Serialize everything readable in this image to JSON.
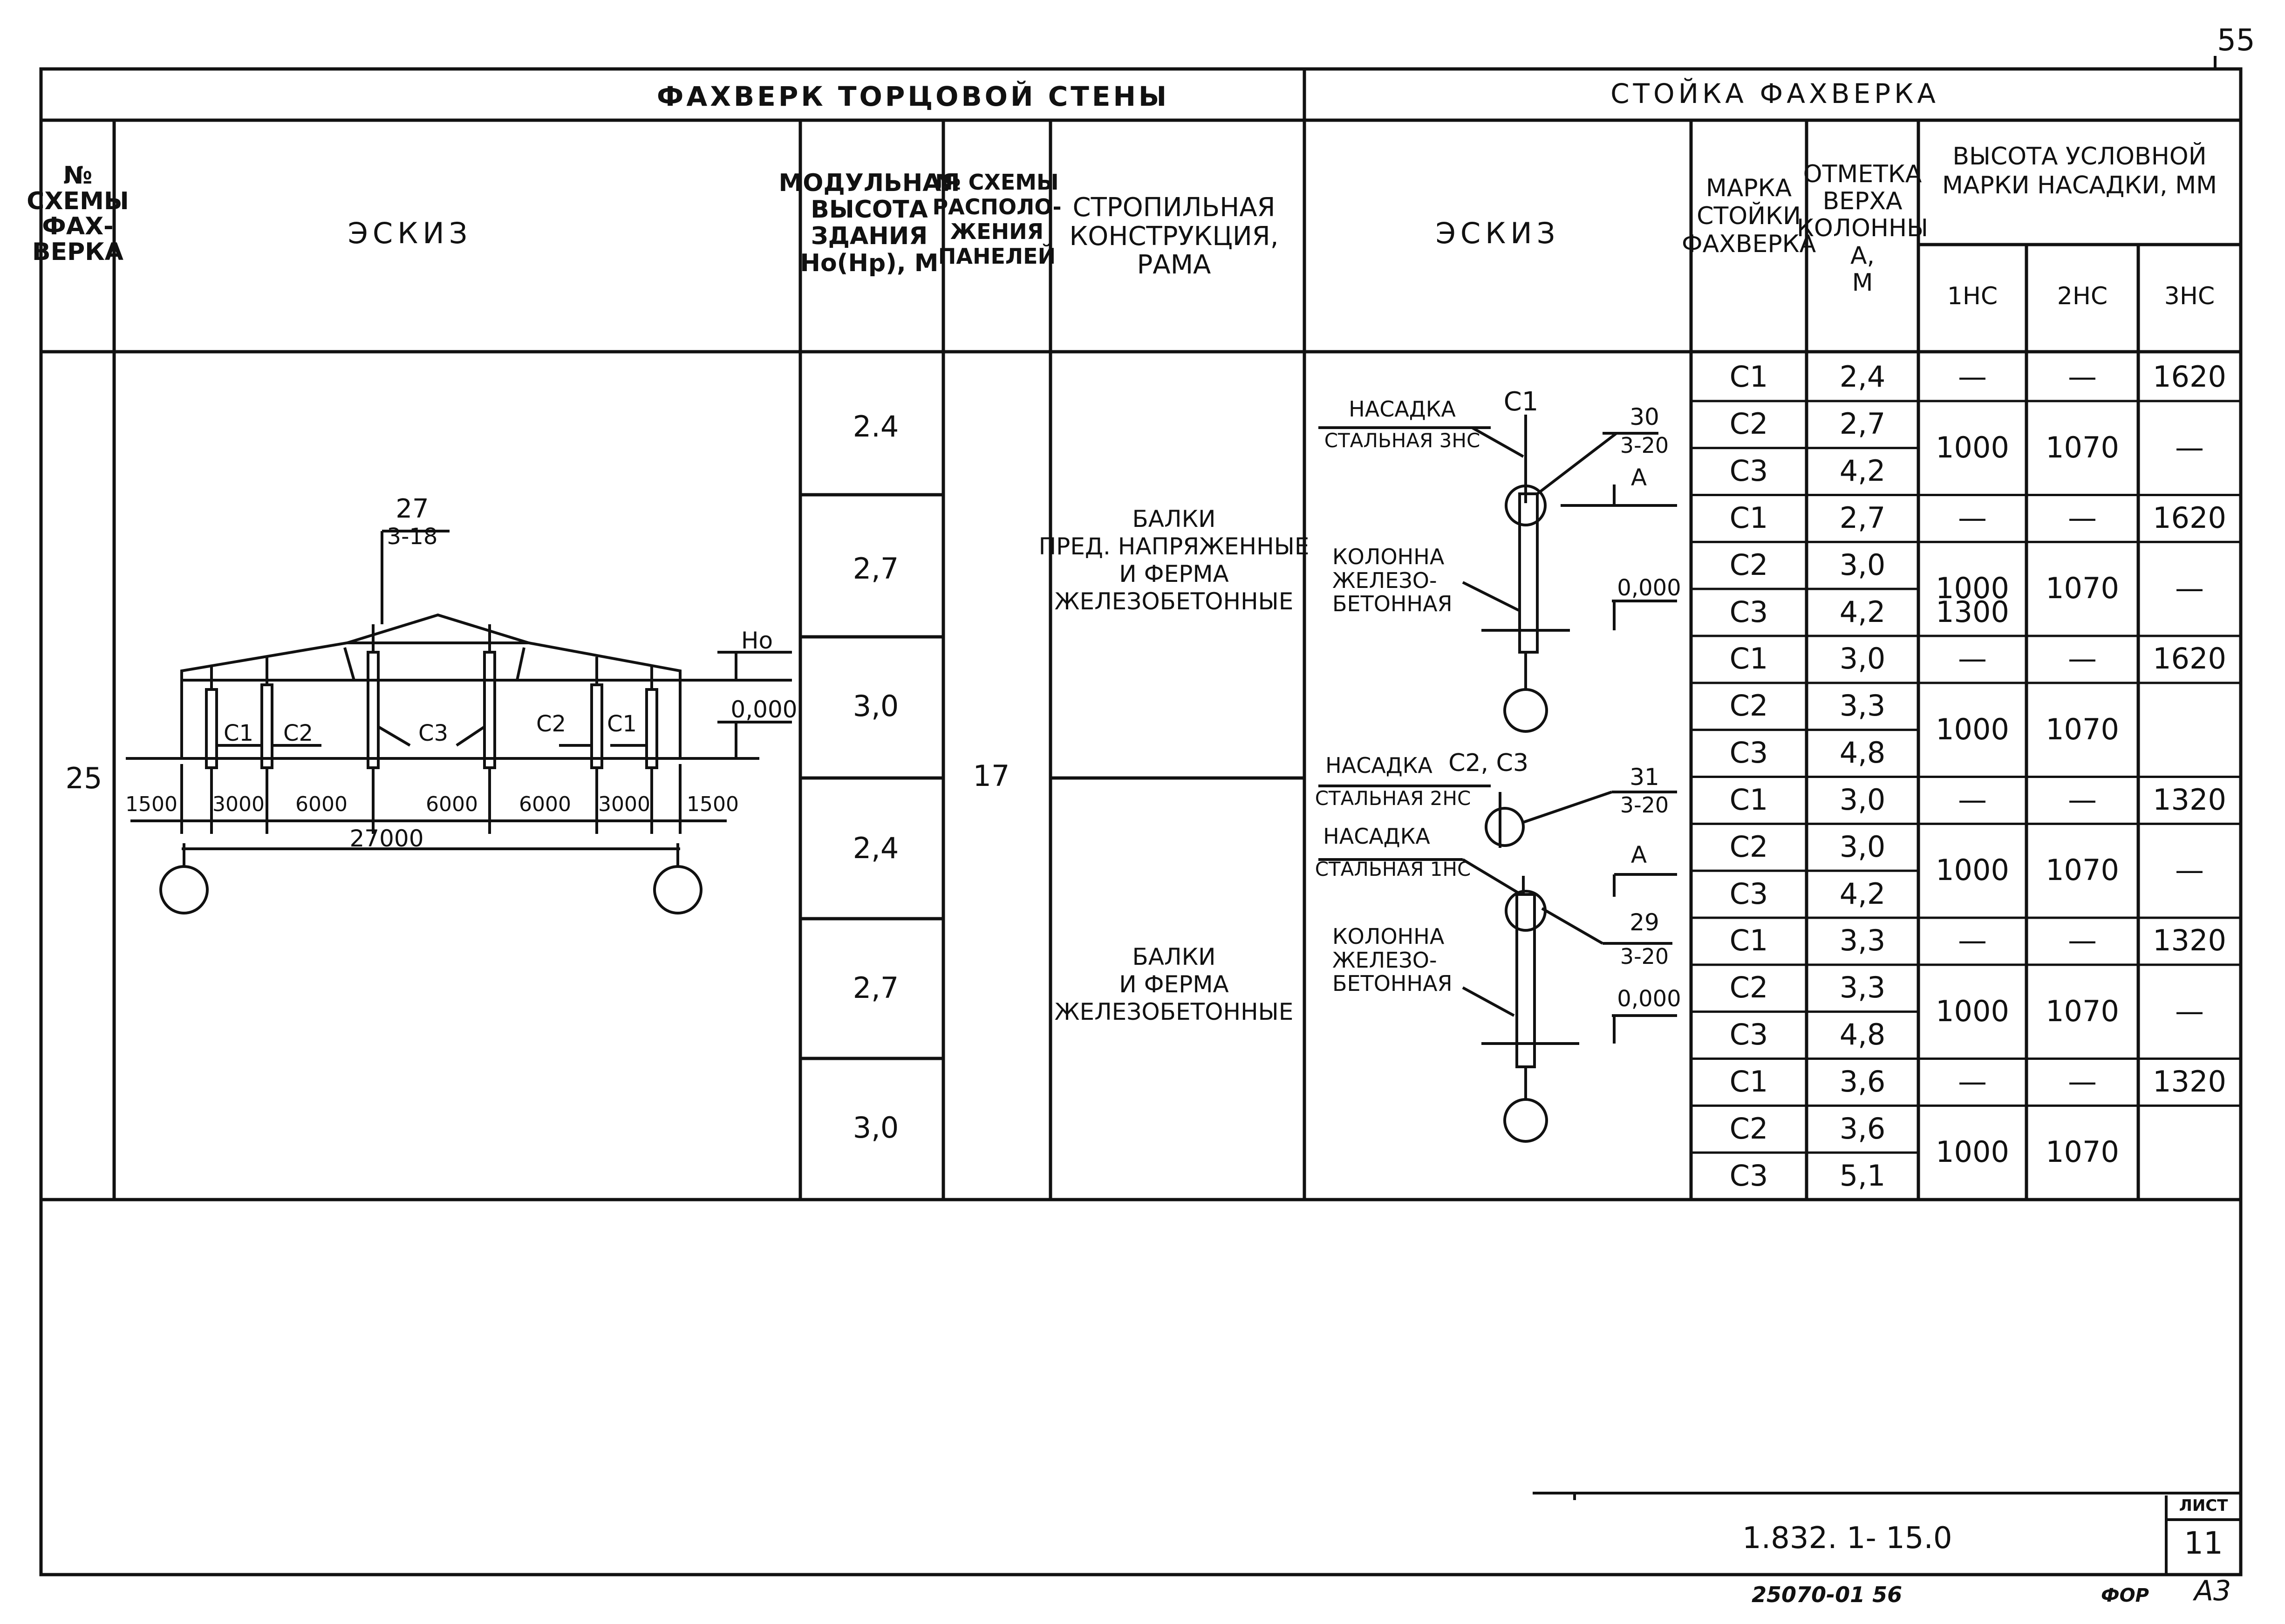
{
  "page_number": "55",
  "left_title": "ФАХВЕРК ТОРЦОВОЙ СТЕНЫ",
  "right_title": "СТОЙКА ФАХВЕРКА",
  "headers": {
    "scheme_no": [
      "№",
      "СХЕМЫ",
      "ФАХ-",
      "ВЕРКА"
    ],
    "sketch": "ЭСКИЗ",
    "modular_height": [
      "МОДУЛЬНАЯ",
      "ВЫСОТА",
      "ЗДАНИЯ",
      "Hо(Hр), М"
    ],
    "panel_scheme": [
      "№ СХЕМЫ",
      "РАСПОЛО-",
      "ЖЕНИЯ",
      "ПАНЕЛЕЙ"
    ],
    "rafter": [
      "СТРОПИЛЬНАЯ",
      "КОНСТРУКЦИЯ,",
      "РАМА"
    ],
    "sketch2": "ЭСКИЗ",
    "post_mark": [
      "МАРКА",
      "СТОЙКИ",
      "ФАХВЕРКА"
    ],
    "top_mark": [
      "ОТМЕТКА",
      "ВЕРХА",
      "КОЛОННЫ",
      "А,",
      "М"
    ],
    "nozzle_height": [
      "ВЫСОТА УСЛОВНОЙ",
      "МАРКИ НАСАДКИ, ММ"
    ],
    "nozzle_cols": [
      "1НС",
      "2НС",
      "3НС"
    ]
  },
  "scheme_no": "25",
  "panel_scheme": "17",
  "heights": [
    "2.4",
    "2,7",
    "3,0",
    "2,4",
    "2,7",
    "3,0"
  ],
  "rafter_1": [
    "БАЛКИ",
    "ПРЕД. НАПРЯЖЕННЫЕ",
    "И ФЕРМА",
    "ЖЕЛЕЗОБЕТОННЫЕ"
  ],
  "rafter_2": [
    "БАЛКИ",
    "И ФЕРМА",
    "ЖЕЛЕЗОБЕТОННЫЕ"
  ],
  "rows": [
    {
      "mark": "С1",
      "a": "2,4",
      "n1": "—",
      "n2": "—",
      "n3": "1620"
    },
    {
      "mark": "С2",
      "a": "2,7",
      "n1": "1000",
      "n2": "1070",
      "n3": "—"
    },
    {
      "mark": "С3",
      "a": "4,2",
      "n1": "",
      "n2": "",
      "n3": ""
    },
    {
      "mark": "С1",
      "a": "2,7",
      "n1": "—",
      "n2": "—",
      "n3": "1620"
    },
    {
      "mark": "С2",
      "a": "3,0",
      "n1": "1000",
      "n2": "1070",
      "n3": "—"
    },
    {
      "mark": "С3",
      "a": "4,2",
      "n1": "1300",
      "n2": "",
      "n3": ""
    },
    {
      "mark": "С1",
      "a": "3,0",
      "n1": "—",
      "n2": "—",
      "n3": "1620"
    },
    {
      "mark": "С2",
      "a": "3,3",
      "n1": "1000",
      "n2": "1070",
      "n3": ""
    },
    {
      "mark": "С3",
      "a": "4,8",
      "n1": "",
      "n2": "",
      "n3": ""
    },
    {
      "mark": "С1",
      "a": "3,0",
      "n1": "—",
      "n2": "—",
      "n3": "1320"
    },
    {
      "mark": "С2",
      "a": "3,0",
      "n1": "1000",
      "n2": "1070",
      "n3": "—"
    },
    {
      "mark": "С3",
      "a": "4,2",
      "n1": "",
      "n2": "",
      "n3": ""
    },
    {
      "mark": "С1",
      "a": "3,3",
      "n1": "—",
      "n2": "—",
      "n3": "1320"
    },
    {
      "mark": "С2",
      "a": "3,3",
      "n1": "1000",
      "n2": "1070",
      "n3": "—"
    },
    {
      "mark": "С3",
      "a": "4,8",
      "n1": "",
      "n2": "",
      "n3": ""
    },
    {
      "mark": "С1",
      "a": "3,6",
      "n1": "—",
      "n2": "—",
      "n3": "1320"
    },
    {
      "mark": "С2",
      "a": "3,6",
      "n1": "1000",
      "n2": "1070",
      "n3": ""
    },
    {
      "mark": "С3",
      "a": "5,1",
      "n1": "",
      "n2": "",
      "n3": ""
    }
  ],
  "sketch1": {
    "node": "27",
    "node_sub": "3-18",
    "level_h": "Hо",
    "level_zero": "0,000",
    "posts": [
      "С1",
      "С2",
      "С3",
      "С2",
      "С1"
    ],
    "dims": [
      "1500",
      "3000",
      "6000",
      "6000",
      "6000",
      "3000",
      "1500"
    ],
    "total": "27000"
  },
  "sketch2_top": {
    "nozzle": "НАСАДКА",
    "nozzle_type": "СТАЛЬНАЯ 3НС",
    "mark": "С1",
    "node": "30",
    "node_sub": "3-20",
    "a": "А",
    "column": [
      "КОЛОННА",
      "ЖЕЛЕЗО-",
      "БЕТОННАЯ"
    ],
    "zero": "0,000"
  },
  "sketch2_bottom": {
    "nozzle": "НАСАДКА",
    "nozzle_type": "СТАЛЬНАЯ 2НС",
    "mark": "С2, С3",
    "nozzle2": "НАСАДКА",
    "nozzle2_type": "СТАЛЬНАЯ 1НС",
    "node": "31",
    "node_sub": "3-20",
    "a": "А",
    "node2": "29",
    "node2_sub": "3-20",
    "column": [
      "КОЛОННА",
      "ЖЕЛЕЗО-",
      "БЕТОННАЯ"
    ],
    "zero": "0,000"
  },
  "stamp": {
    "code": "1.832. 1- 15.0",
    "sheet_label": "ЛИСТ",
    "sheet": "11",
    "bottom_code": "25070-01 56",
    "format_label": "ФОР",
    "format": "А3"
  }
}
